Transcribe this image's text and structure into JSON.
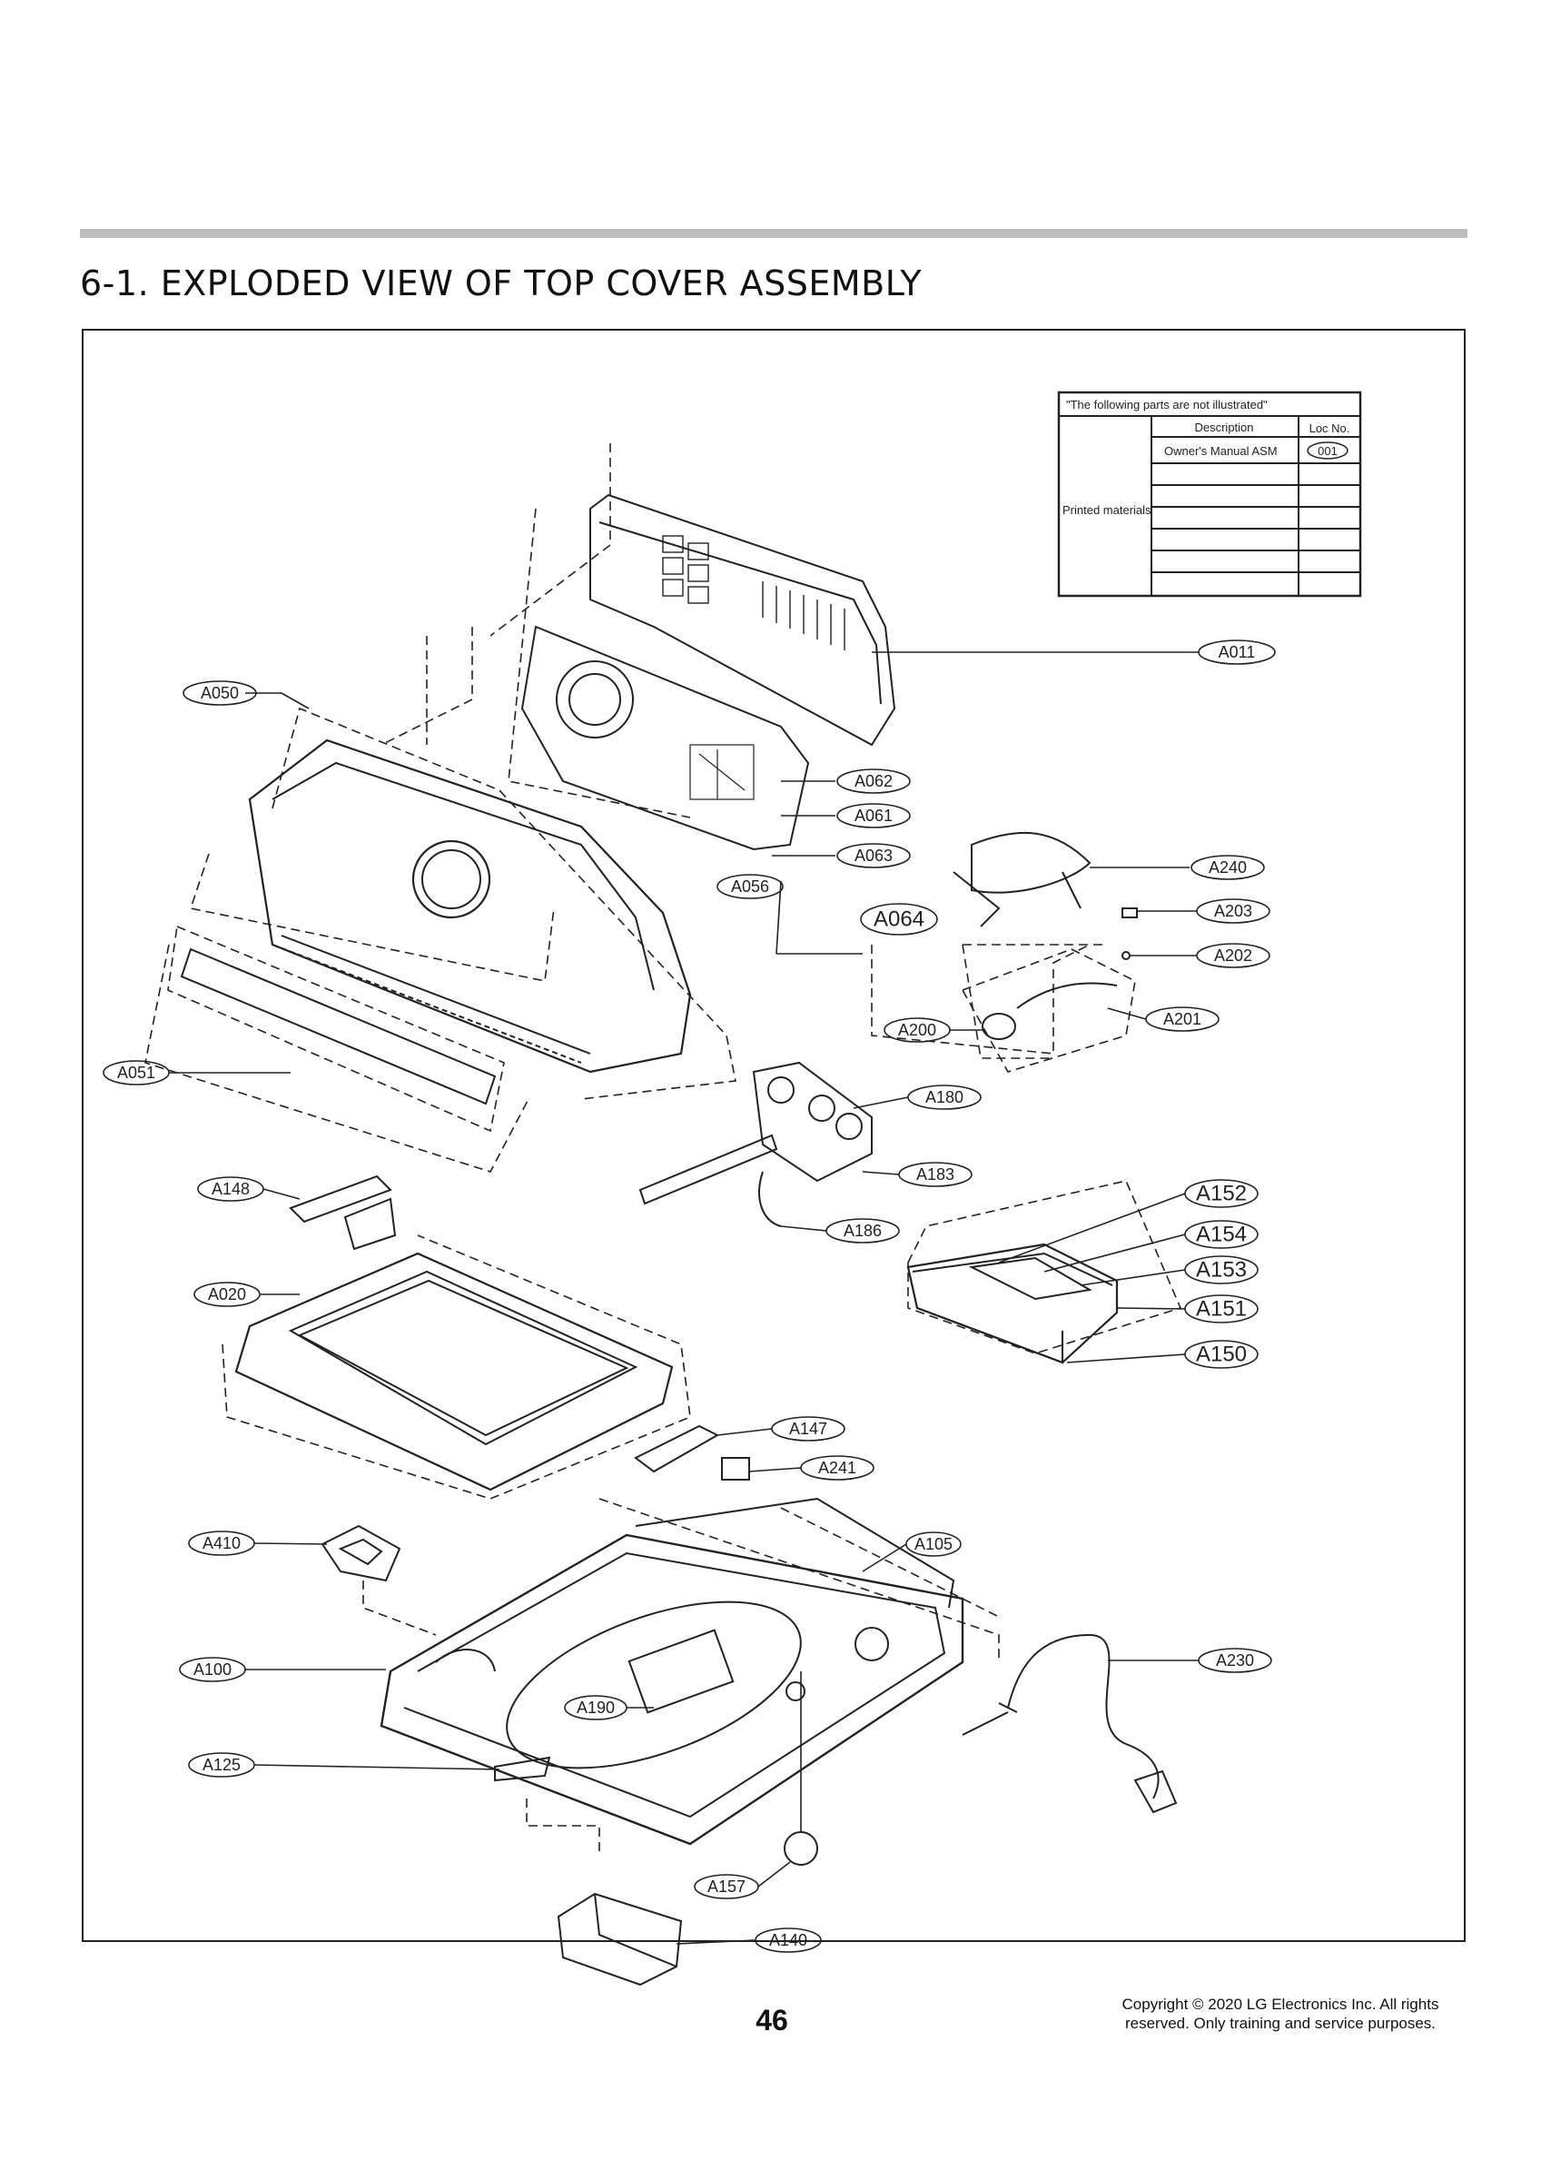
{
  "header": {
    "title": "6-1. EXPLODED VIEW OF TOP COVER ASSEMBLY"
  },
  "parts_table": {
    "caption": "\"The following parts are not illustrated\"",
    "col_description": "Description",
    "col_loc": "Loc No.",
    "group": "Printed materials",
    "rows": [
      {
        "description": "Owner's Manual ASM",
        "loc": "001"
      }
    ]
  },
  "labels": {
    "a011": "A011",
    "a050": "A050",
    "a062": "A062",
    "a061": "A061",
    "a063": "A063",
    "a056": "A056",
    "a064": "A064",
    "a240": "A240",
    "a203": "A203",
    "a202": "A202",
    "a201": "A201",
    "a200": "A200",
    "a051": "A051",
    "a180": "A180",
    "a148": "A148",
    "a183": "A183",
    "a186": "A186",
    "a152": "A152",
    "a154": "A154",
    "a153": "A153",
    "a151": "A151",
    "a150": "A150",
    "a020": "A020",
    "a147": "A147",
    "a241": "A241",
    "a410": "A410",
    "a105": "A105",
    "a100": "A100",
    "a230": "A230",
    "a190": "A190",
    "a125": "A125",
    "a157": "A157",
    "a140": "A140"
  },
  "footer": {
    "page_number": "46",
    "copyright_line1": "Copyright © 2020 LG Electronics Inc. All rights",
    "copyright_line2": "reserved. Only training and service purposes."
  }
}
